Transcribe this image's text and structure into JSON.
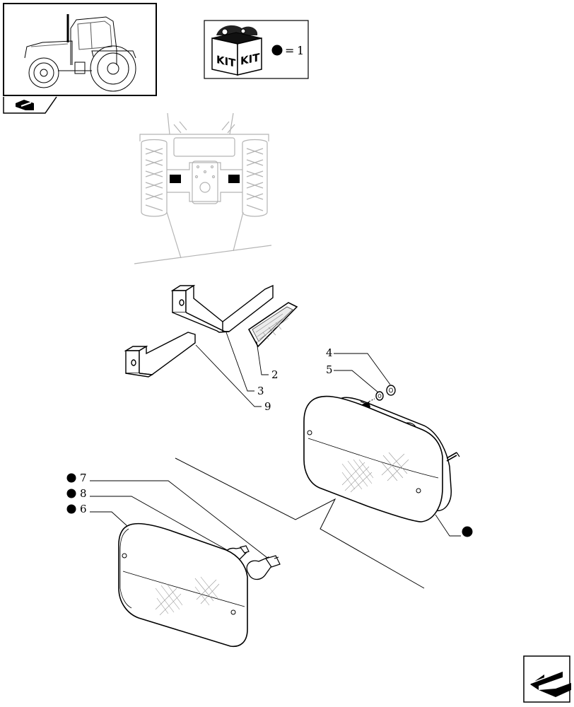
{
  "kit_box": {
    "kit_label_left": "KIT",
    "kit_label_right": "KIT",
    "legend_equals": "=",
    "legend_value": "1"
  },
  "callouts": {
    "item_2": "2",
    "item_3": "3",
    "item_9": "9",
    "item_4": "4",
    "item_5": "5",
    "item_7": "7",
    "item_8": "8",
    "item_6": "6"
  },
  "icons": {
    "thumbnail": "tractor-overview-icon",
    "nav_back": "previous-page-icon",
    "nav_forward": "next-page-icon",
    "kit_marker": "filled-dot-icon"
  },
  "colors": {
    "ink": "#000000",
    "ghost_lines": "#b4b4b4",
    "background": "#ffffff"
  }
}
